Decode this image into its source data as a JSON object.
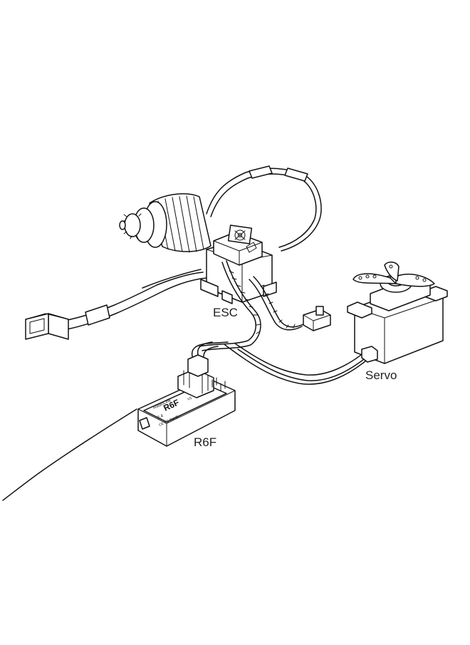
{
  "labels": {
    "esc": "ESC",
    "servo": "Servo",
    "receiver": "R6F"
  },
  "receiver_print": {
    "brand": "RadioLink",
    "model": "R6F",
    "version": "V3",
    "freq": "2.4",
    "cert": "CE FC RoHS"
  },
  "colors": {
    "line": "#111111",
    "background": "#ffffff",
    "label_text": "#222222"
  }
}
